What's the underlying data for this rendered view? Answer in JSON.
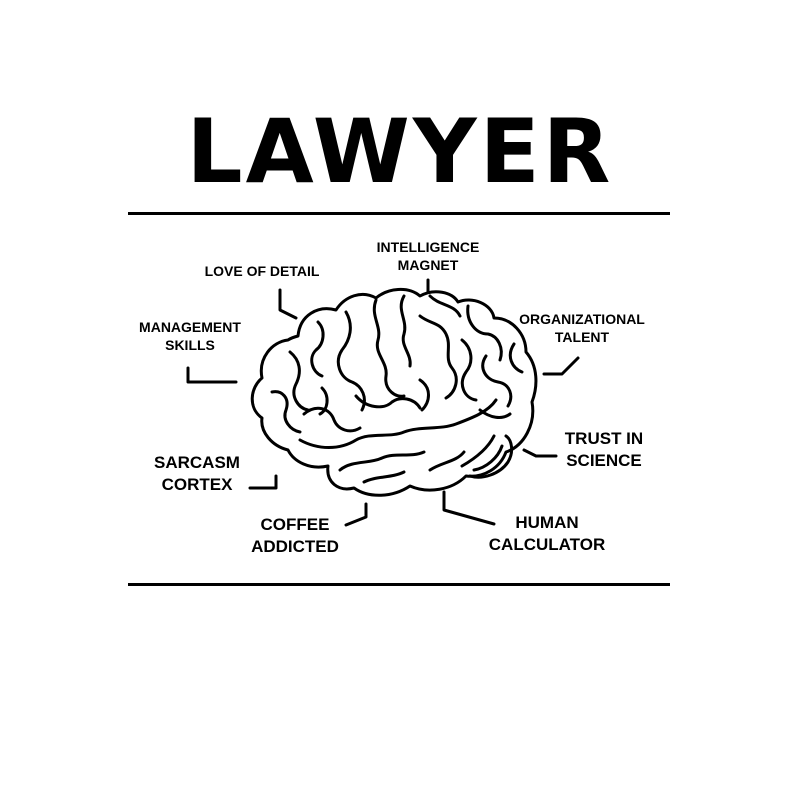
{
  "title": "LAWYER",
  "labels": {
    "intelligence_magnet": [
      "INTELLIGENCE",
      "MAGNET"
    ],
    "love_of_detail": [
      "LOVE OF DETAIL"
    ],
    "management_skills": [
      "MANAGEMENT",
      "SKILLS"
    ],
    "organizational_talent": [
      "ORGANIZATIONAL",
      "TALENT"
    ],
    "sarcasm_cortex": [
      "SARCASM",
      "CORTEX"
    ],
    "trust_in_science": [
      "TRUST IN",
      "SCIENCE"
    ],
    "coffee_addicted": [
      "COFFEE",
      "ADDICTED"
    ],
    "human_calculator": [
      "HUMAN",
      "CALCULATOR"
    ]
  },
  "colors": {
    "ink": "#000000",
    "background": "#ffffff"
  },
  "icons": {
    "brain": "brain-icon"
  }
}
